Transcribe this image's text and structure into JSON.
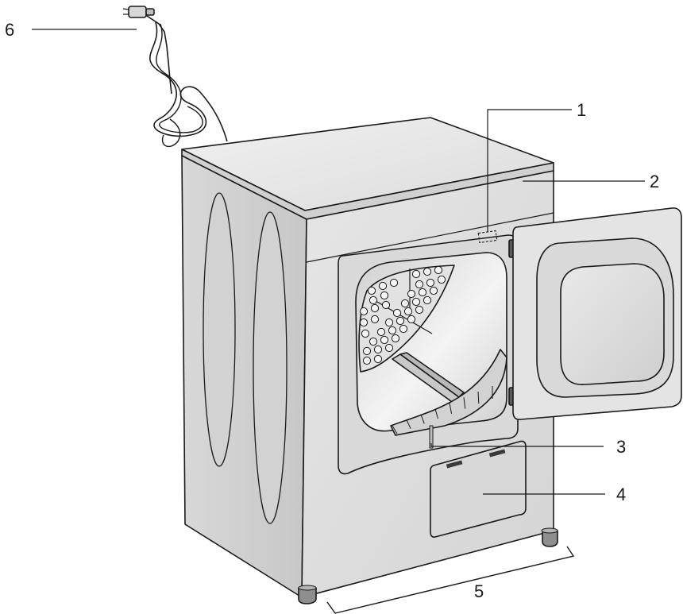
{
  "callouts": [
    {
      "id": 1,
      "label": "1"
    },
    {
      "id": 2,
      "label": "2"
    },
    {
      "id": 3,
      "label": "3"
    },
    {
      "id": 4,
      "label": "4"
    },
    {
      "id": 5,
      "label": "5"
    },
    {
      "id": 6,
      "label": "6"
    }
  ],
  "colors": {
    "body_light": "#e3e3e3",
    "body_mid": "#cfcfcf",
    "body_dark": "#bdbdbd",
    "drum_inner": "#d6d6d6",
    "outline": "#1a1a1a"
  }
}
